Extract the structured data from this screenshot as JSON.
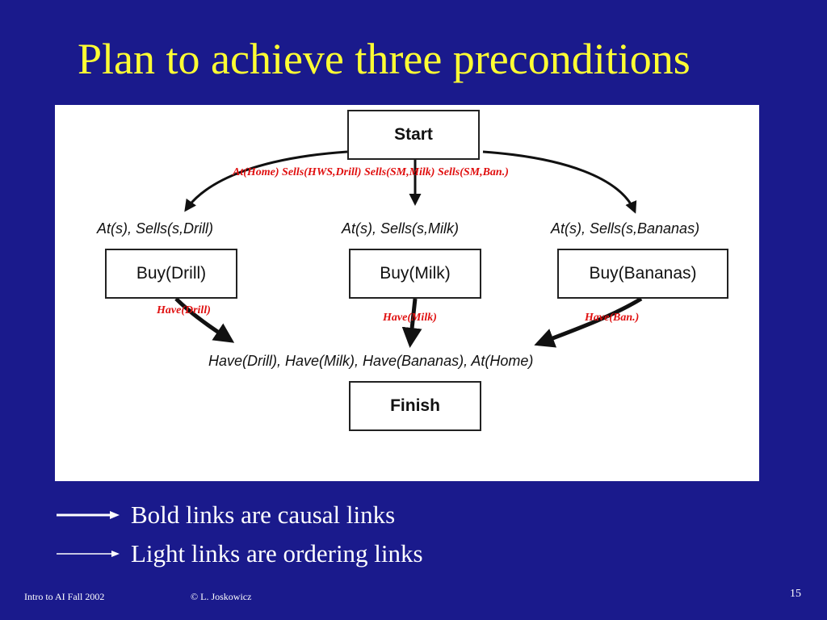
{
  "slide": {
    "title": "Plan to achieve three preconditions"
  },
  "diagram": {
    "start": "Start",
    "finish": "Finish",
    "actions": [
      {
        "label": "Buy(Drill)",
        "preconditions": "At(s), Sells(s,Drill)"
      },
      {
        "label": "Buy(Milk)",
        "preconditions": "At(s), Sells(s,Milk)"
      },
      {
        "label": "Buy(Bananas)",
        "preconditions": "At(s), Sells(s,Bananas)"
      }
    ],
    "finish_preconditions": "Have(Drill), Have(Milk), Have(Bananas), At(Home)",
    "annotations": {
      "start_effects": "At(Home)  Sells(HWS,Drill) Sells(SM,Milk)  Sells(SM,Ban.)",
      "have_drill": "Have(Drill)",
      "have_milk": "Have(Milk)",
      "have_ban": "Have(Ban.)"
    },
    "annotation_color": "#e01010"
  },
  "legend": {
    "bold": "Bold links are causal links",
    "light": "Light links are ordering links"
  },
  "footer": {
    "course": "Intro to AI  Fall 2002",
    "author": "© L. Joskowicz",
    "page": "15"
  },
  "colors": {
    "background": "#1a1a8c",
    "title": "#ffff33"
  }
}
